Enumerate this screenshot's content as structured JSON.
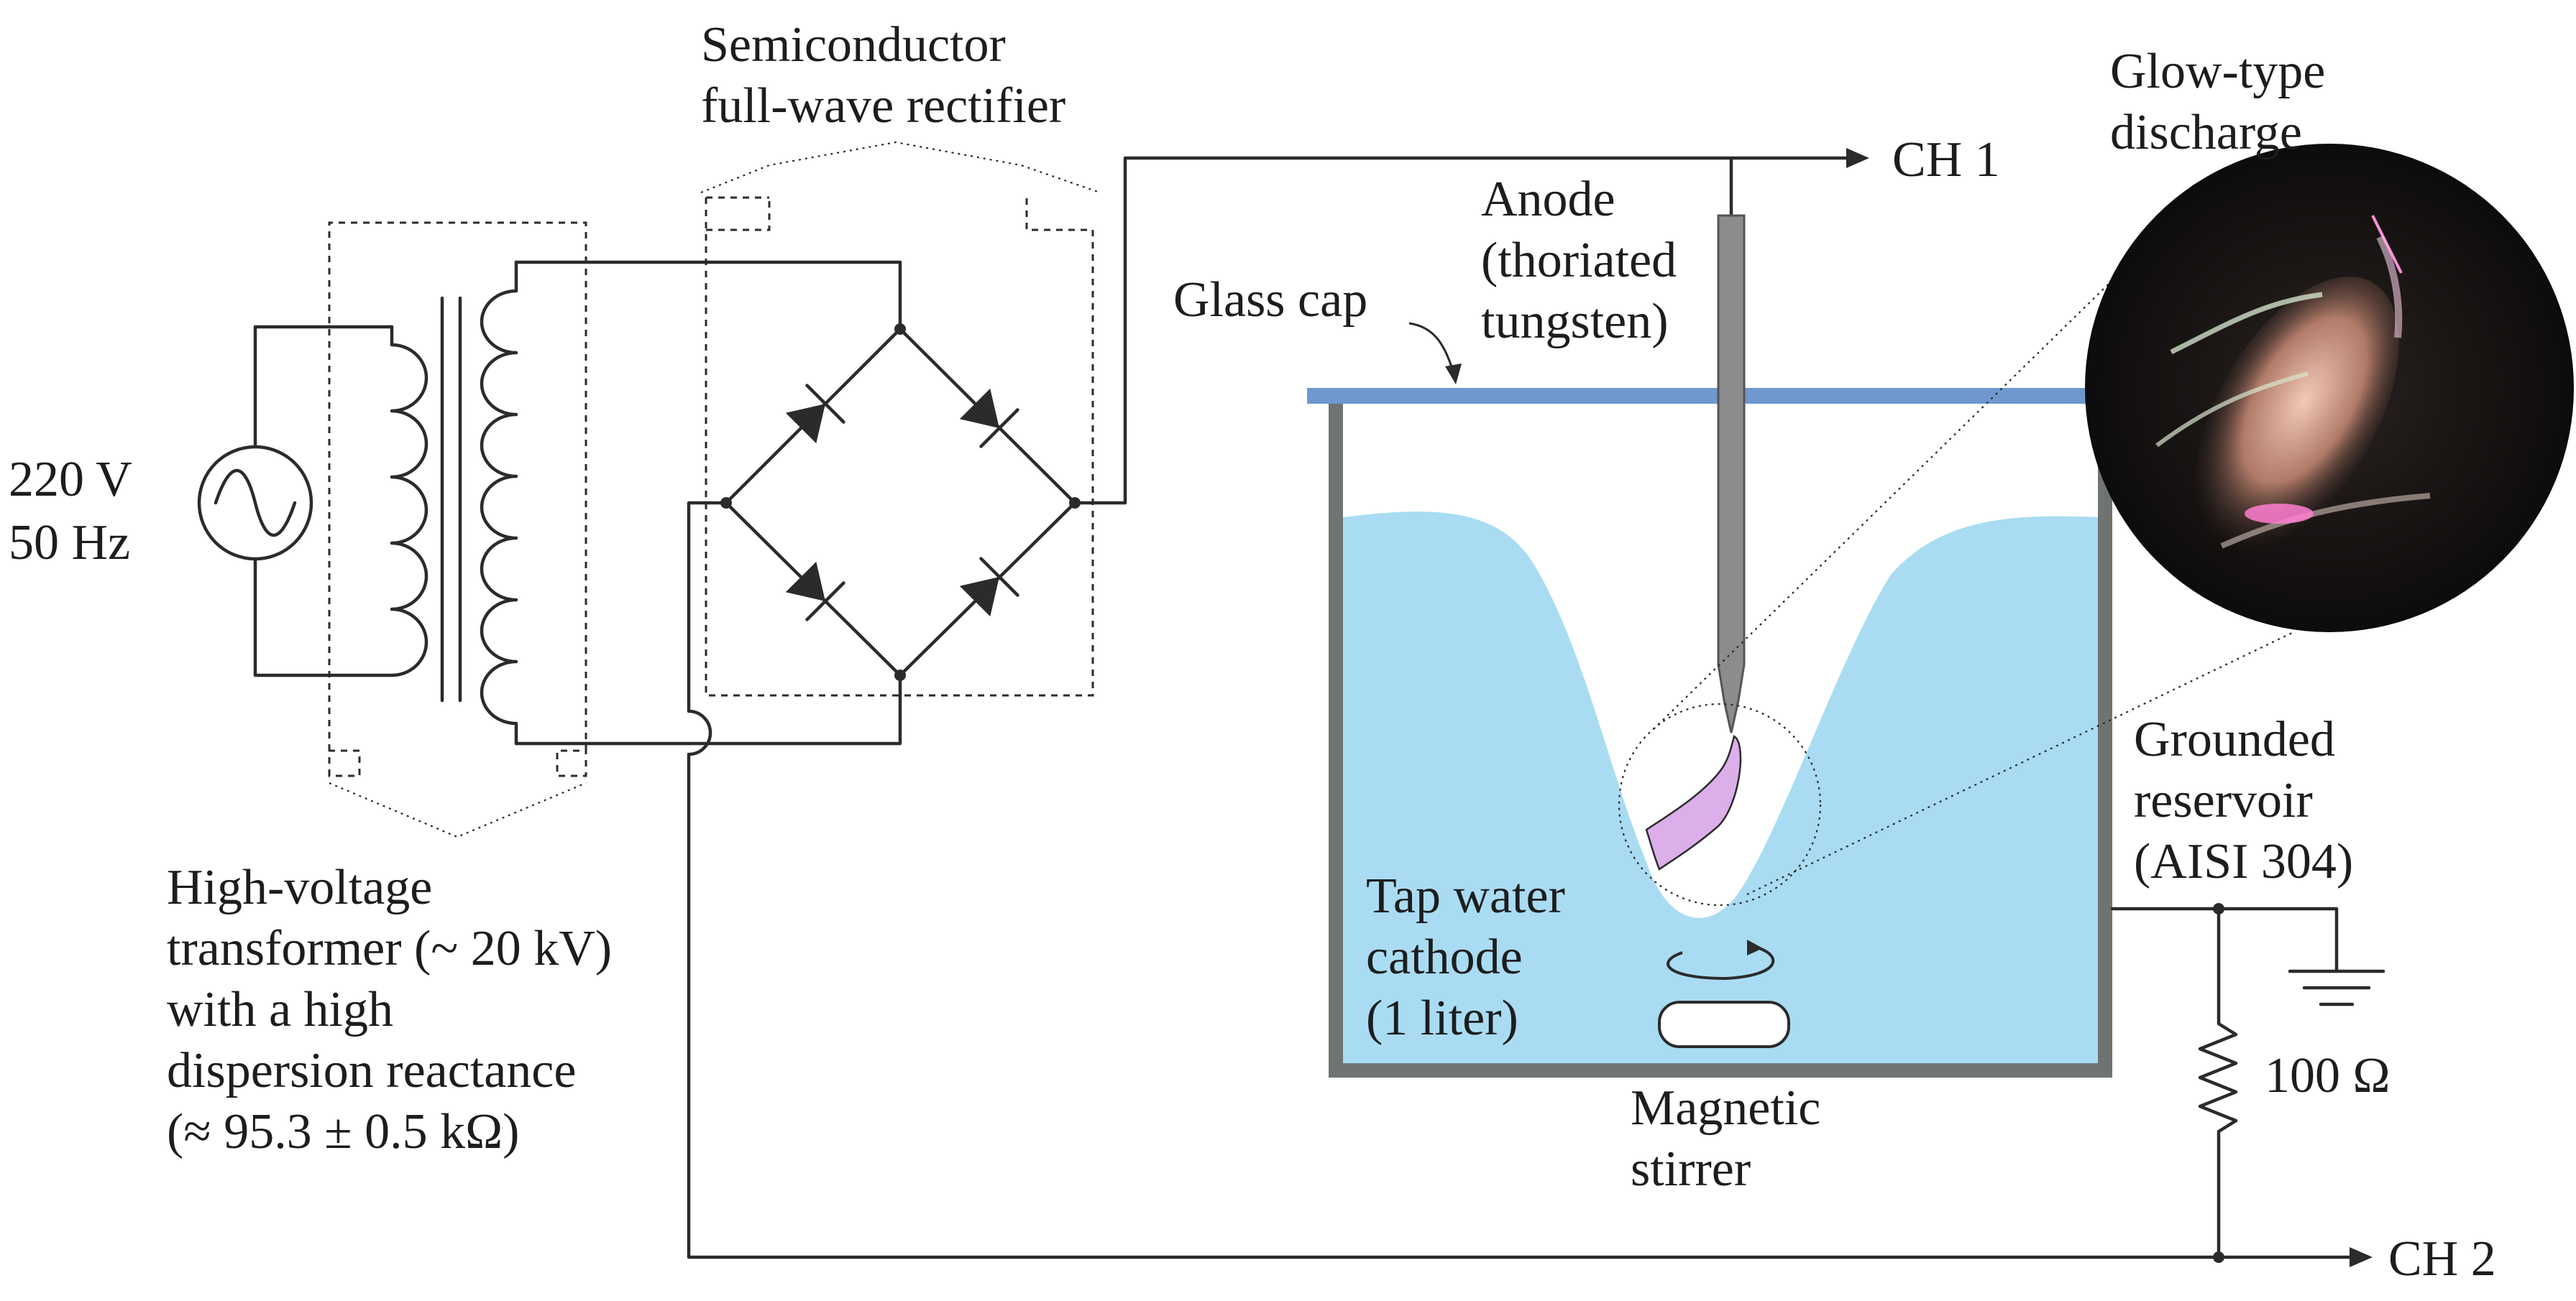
{
  "source": {
    "line1": "220 V",
    "line2": "50 Hz"
  },
  "rectifier": {
    "line1": "Semiconductor",
    "line2": "full-wave rectifier"
  },
  "transformer": {
    "lines": [
      "High-voltage",
      "transformer (~ 20 kV)",
      "with a high",
      "dispersion reactance",
      " (≈ 95.3 ± 0.5 kΩ)"
    ]
  },
  "channels": {
    "ch1": "CH 1",
    "ch2": "CH 2"
  },
  "anode": {
    "line1": "Anode",
    "line2": "(thoriated",
    "line3": "tungsten)"
  },
  "glass_cap": "Glass cap",
  "discharge": {
    "line1": "Glow-type",
    "line2": "discharge"
  },
  "reservoir": {
    "line1": "Grounded",
    "line2": "reservoir",
    "line3": "(AISI 304)"
  },
  "cathode": {
    "line1": "Tap water",
    "line2": "cathode",
    "line3": " (1 liter)"
  },
  "stirrer": {
    "line1": "Magnetic",
    "line2": "stirrer"
  },
  "resistor": "100 Ω",
  "colors": {
    "water": "#a9dcf3",
    "cap": "#6e98cf",
    "vessel": "#6f7372",
    "electrode": "#8c8c8c",
    "plasma": "#dcaeea"
  }
}
